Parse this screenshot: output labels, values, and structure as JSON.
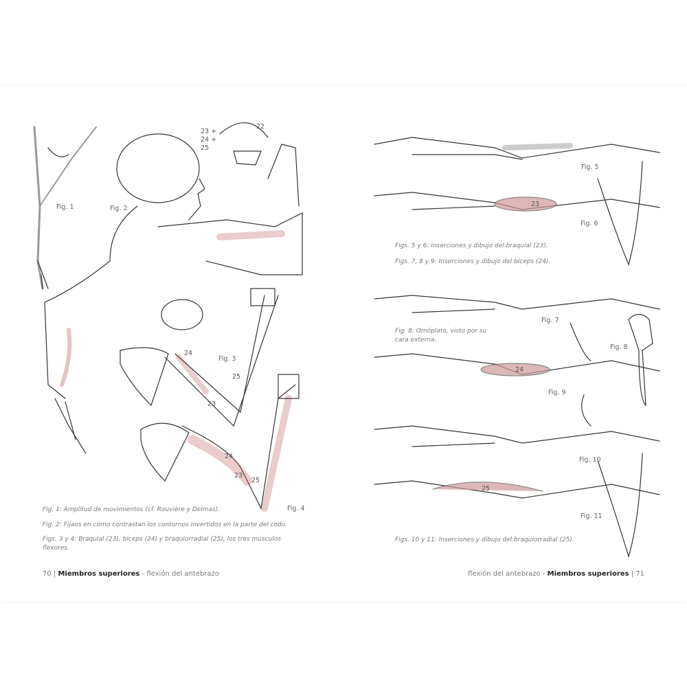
{
  "left_page": {
    "figure_labels": [
      "Fig. 1",
      "Fig. 2",
      "Fig. 3",
      "Fig. 4"
    ],
    "numbers": [
      "23 +",
      "24 +",
      "25",
      "22",
      "24",
      "25",
      "23",
      "24",
      "25",
      "23"
    ],
    "captions": [
      "Fig. 1: Amplitud de movimientos (cf. Rouvière y Delmas).",
      "Fig. 2: Fijaos en cómo contrastan los contornos invertidos en la parte del codo.",
      "Figs. 3 y 4: Braquial (23), bíceps (24) y braquiorradial (25), los tres músculos flexores."
    ],
    "footer": {
      "page_number": "70",
      "separator": "|",
      "section": "Miembros superiores",
      "subsection": "- flexión del antebrazo"
    }
  },
  "right_page": {
    "figure_labels": [
      "Fig. 5",
      "Fig. 6",
      "Fig. 7",
      "Fig. 8",
      "Fig. 9",
      "Fig. 10",
      "Fig. 11"
    ],
    "numbers": [
      "23",
      "24",
      "25"
    ],
    "captions": [
      "Figs. 5 y 6: Inserciones y dibujo del braquial (23).",
      "Figs. 7, 8 y 9: Inserciones y dibujo del bíceps (24).",
      "Fig. 8: Omóplato, visto por su cara externa.",
      "Figs. 10 y 11: Inserciones y dibujo del braquiorradial (25)."
    ],
    "footer": {
      "subsection": "flexión del antebrazo -",
      "section": "Miembros superiores",
      "separator": "|",
      "page_number": "71"
    }
  }
}
